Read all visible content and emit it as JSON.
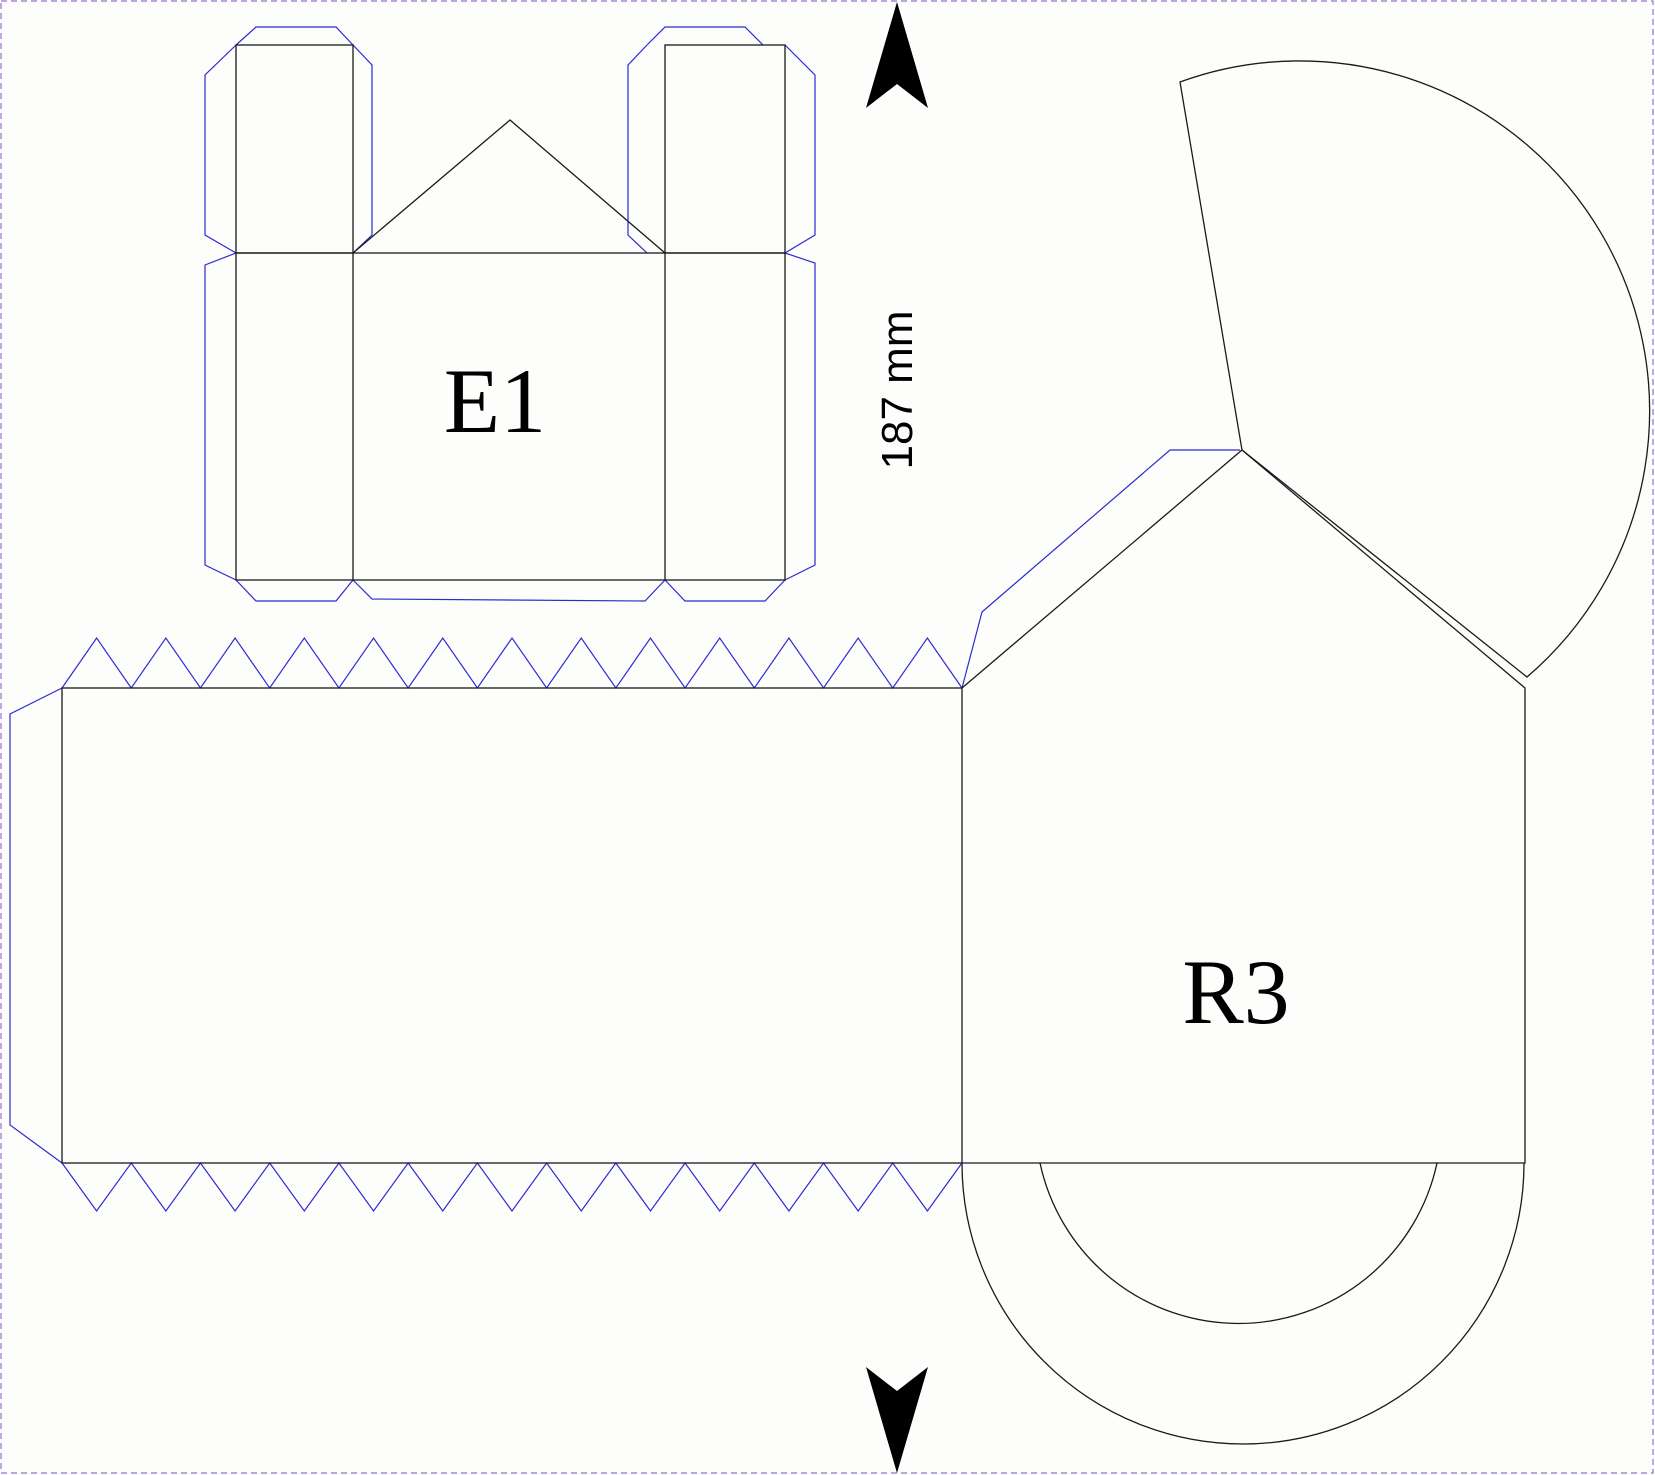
{
  "pieces": {
    "e1": {
      "label": "E1"
    },
    "r3": {
      "label": "R3"
    }
  },
  "dimension": {
    "text": "187 mm"
  },
  "colors": {
    "background": "#fdfdfb",
    "cut_line": "#1a1a1a",
    "glue_tab": "#2b2bd0",
    "page_border": "#9a6cd6",
    "arrow": "#000000"
  }
}
